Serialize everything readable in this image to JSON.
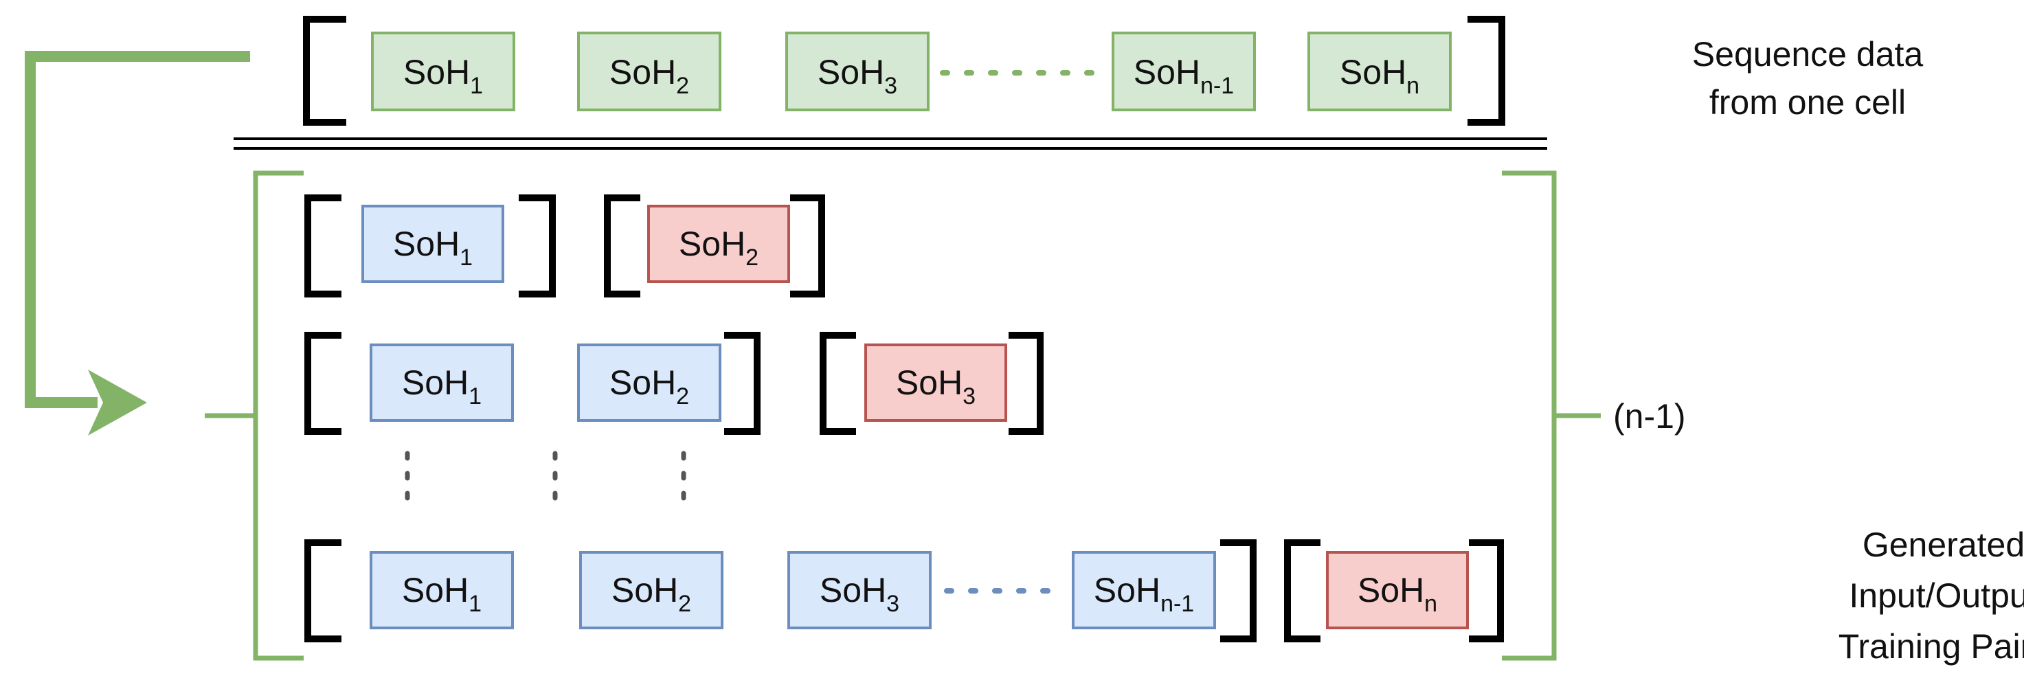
{
  "colors": {
    "green_fill": "#d5e8d4",
    "green_stroke": "#82b366",
    "blue_fill": "#dae8fc",
    "blue_stroke": "#6c8ebf",
    "red_fill": "#f8cecc",
    "red_stroke": "#b85450",
    "arrow_green": "#82b366",
    "bracket_black": "#000000",
    "dots_green": "#82b366",
    "dots_blue": "#6c8ebf",
    "dots_gray": "#555555"
  },
  "labels": {
    "soh": "SoH",
    "sub_1": "1",
    "sub_2": "2",
    "sub_3": "3",
    "sub_n_minus_1": "n-1",
    "sub_n": "n"
  },
  "captions": {
    "sequence_line1": "Sequence data",
    "sequence_line2": "from one cell",
    "generated_line1": "Generated",
    "generated_line2": "Input/Output",
    "generated_line3": "Training Pairs",
    "count": "(n-1)"
  }
}
